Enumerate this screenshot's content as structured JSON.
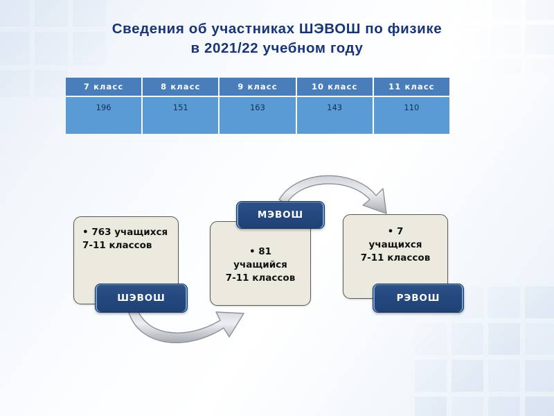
{
  "slide": {
    "title": "Сведения об участниках ШЭВОШ по физике\nв 2021/22 учебном году",
    "background_color": "#f2f6fb",
    "title_color": "#16347c"
  },
  "table": {
    "header_bg": "#4a7ebb",
    "cell_bg": "#5b9bd5",
    "columns": [
      "7 класс",
      "8 класс",
      "9 класс",
      "10 класс",
      "11 класс"
    ],
    "values": [
      "196",
      "151",
      "163",
      "143",
      "110"
    ]
  },
  "diagram": {
    "accent_color": "#254a80",
    "panel_color": "#eceadf",
    "arrow_color": "#a9adb4",
    "stages": [
      {
        "id": "shevosh",
        "label": "ШЭВОШ",
        "text": "• 763 учащихся\n   7-11 классов"
      },
      {
        "id": "mevosh",
        "label": "МЭВОШ",
        "text": "• 81\nучащийся\n7-11 классов"
      },
      {
        "id": "revosh",
        "label": "РЭВОШ",
        "text": "• 7\nучащихся\n7-11 классов"
      }
    ],
    "arrows": [
      {
        "name": "arrow-shevosh-to-mevosh",
        "direction": "curve-up-right"
      },
      {
        "name": "arrow-mevosh-to-revosh",
        "direction": "curve-over-right"
      }
    ]
  }
}
